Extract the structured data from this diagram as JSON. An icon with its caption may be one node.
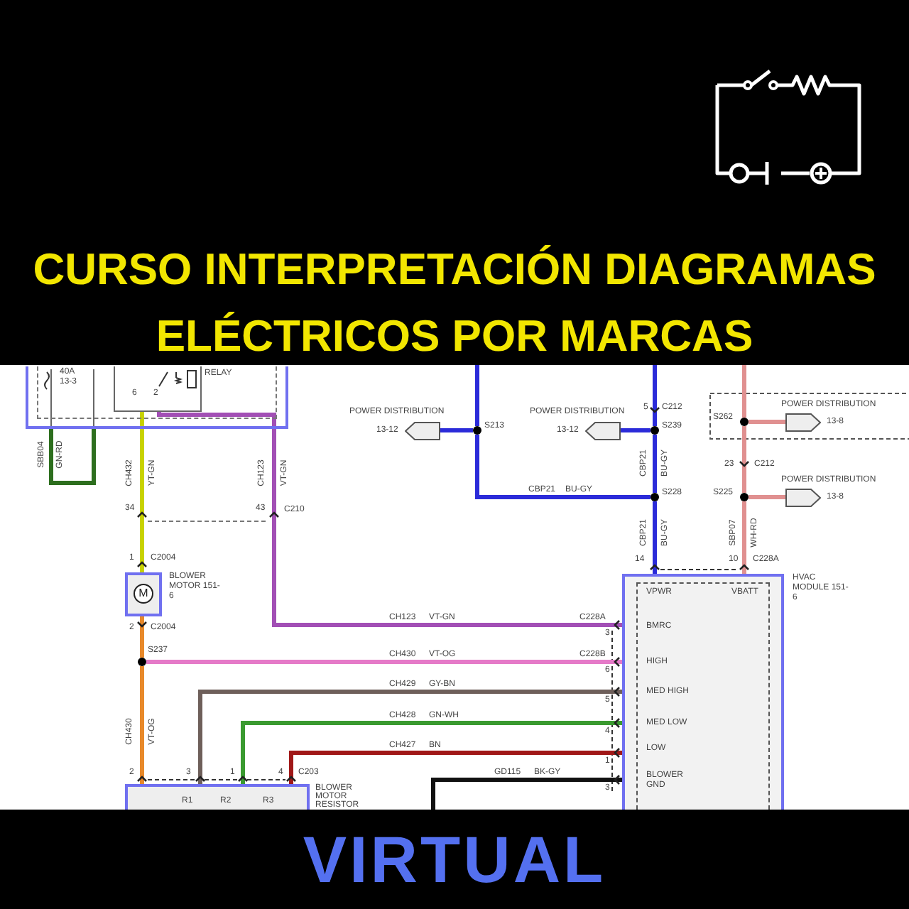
{
  "diagram": {
    "title": "CURSO INTERPRETACIÓN DIAGRAMAS ELÉCTRICOS POR MARCAS",
    "nodes": [
      {
        "text": [],
        "shape": "box"
      },
      {
        "text": [
          "RELAY"
        ],
        "in": 0
      },
      {
        "text": [
          "M",
          "BLOWER MOTOR 151-6"
        ]
      },
      {
        "text": [
          "R1",
          "R2",
          "R3",
          "BLOWER MOTOR RESISTOR"
        ]
      },
      {
        "text": [
          "VPWR",
          "VBATT",
          "HVAC MODULE 151-6",
          "BMRC",
          "HIGH",
          "MED HIGH",
          "MED LOW",
          "LOW",
          "BLOWER GND"
        ]
      },
      {
        "text": [
          "POWER DISTRIBUTION",
          "13-12"
        ]
      },
      {
        "text": [
          "POWER DISTRIBUTION",
          "13-12"
        ]
      },
      {
        "text": [
          "POWER DISTRIBUTION",
          "13-8"
        ]
      },
      {
        "text": [
          "POWER DISTRIBUTION",
          "13-8"
        ]
      },
      {
        "text": [
          "S213"
        ]
      },
      {
        "text": [
          "S239"
        ]
      },
      {
        "text": [
          "S228"
        ]
      },
      {
        "text": [
          "S262"
        ]
      },
      {
        "text": [
          "S225"
        ]
      },
      {
        "text": [
          "S237"
        ]
      }
    ],
    "edges": [
      {
        "from": 2,
        "to": 1,
        "arrow": "to",
        "color": "#c8d200"
      },
      {
        "from": 4,
        "to": 1,
        "arrow": "to",
        "color": "#a24fb5"
      },
      {
        "from": 2,
        "to": 14,
        "arrow": "none",
        "color": "#e8892a"
      },
      {
        "from": 3,
        "to": 14,
        "arrow": "none",
        "color": "#e8892a"
      },
      {
        "from": 4,
        "to": 14,
        "arrow": "none",
        "color": "#e57ac8"
      },
      {
        "from": 3,
        "to": 4,
        "arrow": "none",
        "color": "#6e5f5a"
      },
      {
        "from": 3,
        "to": 4,
        "arrow": "none",
        "color": "#3a9a30"
      },
      {
        "from": 3,
        "to": 4,
        "arrow": "none",
        "color": "#a01818"
      },
      {
        "from": 4,
        "to": null,
        "arrow": "none",
        "color": "#111111"
      },
      {
        "from": null,
        "to": 9,
        "arrow": "none",
        "color": "#2b2bd9"
      },
      {
        "from": 9,
        "to": 5,
        "arrow": "none",
        "color": "#2b2bd9"
      },
      {
        "from": 9,
        "to": 11,
        "arrow": "none",
        "color": "#2b2bd9"
      },
      {
        "from": null,
        "to": 10,
        "arrow": "none",
        "color": "#2b2bd9"
      },
      {
        "from": 10,
        "to": 6,
        "arrow": "none",
        "color": "#2b2bd9"
      },
      {
        "from": 10,
        "to": 11,
        "arrow": "none",
        "color": "#2b2bd9"
      },
      {
        "from": 4,
        "to": 11,
        "arrow": "none",
        "color": "#2b2bd9"
      },
      {
        "from": null,
        "to": 12,
        "arrow": "none",
        "color": "#e09090"
      },
      {
        "from": 12,
        "to": 7,
        "arrow": "none",
        "color": "#e09090"
      },
      {
        "from": 12,
        "to": 13,
        "arrow": "to",
        "color": "#e09090"
      },
      {
        "from": 13,
        "to": 8,
        "arrow": "none",
        "color": "#e09090"
      },
      {
        "from": 4,
        "to": 13,
        "arrow": "none",
        "color": "#e09090"
      }
    ],
    "labels": [
      "40A",
      "13-3",
      "6",
      "2",
      "SBB04",
      "GN-RD",
      "CH432",
      "YT-GN",
      "CH123",
      "VT-GN",
      "34",
      "43",
      "C210",
      "1",
      "C2004",
      "2",
      "C2004",
      "CH430",
      "VT-OG",
      "2",
      "3",
      "1",
      "4",
      "C203",
      "CH123",
      "VT-GN",
      "C228A",
      "3",
      "CH430",
      "VT-OG",
      "C228B",
      "6",
      "CH429",
      "GY-BN",
      "5",
      "CH428",
      "GN-WH",
      "4",
      "CH427",
      "BN",
      "1",
      "GD115",
      "BK-GY",
      "3",
      "CBP21",
      "BU-GY",
      "5",
      "C212",
      "CBP21",
      "BU-GY",
      "CBP21",
      "BU-GY",
      "14",
      "23",
      "C212",
      "SBP07",
      "WH-RD",
      "10",
      "C228A",
      "VIRTUAL"
    ]
  }
}
